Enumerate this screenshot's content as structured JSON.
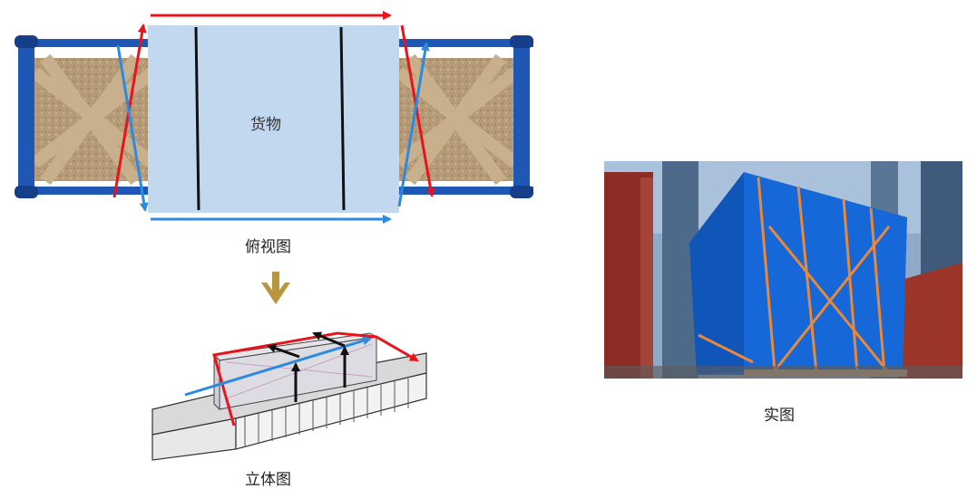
{
  "labels": {
    "cargo": "货物",
    "top_view_caption": "俯视图",
    "iso_view_caption": "立体图",
    "photo_caption": "实图"
  },
  "colors": {
    "frame_blue": "#1f57b5",
    "cargo_fill": "#c2d8ef",
    "lashing_red": "#e8141c",
    "lashing_blue": "#2c8be0",
    "wood": "#b59a78",
    "arrow_gold": "#b8953f",
    "photo_cover": "#1668d8",
    "photo_strap": "#e8883a"
  }
}
